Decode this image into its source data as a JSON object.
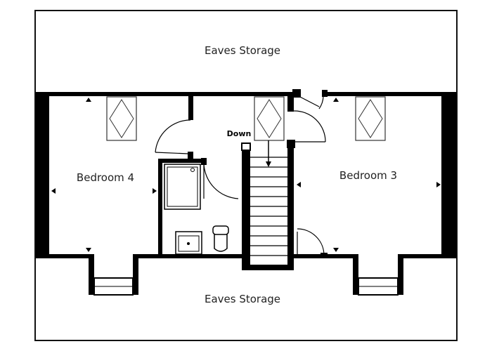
{
  "plan": {
    "labels": {
      "eaves_top": "Eaves Storage",
      "eaves_bottom": "Eaves Storage",
      "bedroom_4": "Bedroom 4",
      "bedroom_3": "Bedroom 3",
      "stairs_direction": "Down"
    },
    "colors": {
      "wall": "#000000",
      "line": "#111111",
      "background": "#ffffff"
    }
  }
}
